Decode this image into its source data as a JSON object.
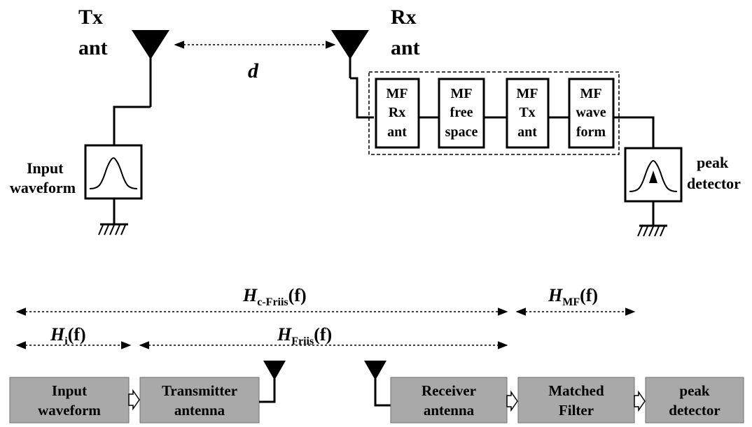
{
  "tx_antenna": {
    "line1": "Tx",
    "line2": "ant"
  },
  "rx_antenna": {
    "line1": "Rx",
    "line2": "ant"
  },
  "distance_label": "d",
  "input_waveform_label": {
    "line1": "Input",
    "line2": "waveform"
  },
  "peak_detector_label": {
    "line1": "peak",
    "line2": "detector"
  },
  "mf_boxes": [
    {
      "line1": "MF",
      "line2": "Rx",
      "line3": "ant"
    },
    {
      "line1": "MF",
      "line2": "free",
      "line3": "space"
    },
    {
      "line1": "MF",
      "line2": "Tx",
      "line3": "ant"
    },
    {
      "line1": "MF",
      "line2": "wave",
      "line3": "form"
    }
  ],
  "transfer_functions": {
    "h_cfriis": {
      "base": "H",
      "sub": "c-Friis",
      "suffix": "(f)"
    },
    "h_mf": {
      "base": "H",
      "sub": "MF",
      "suffix": "(f)"
    },
    "h_i": {
      "base": "H",
      "sub": "i",
      "suffix": "(f)"
    },
    "h_friis": {
      "base": "H",
      "sub": "Friis",
      "suffix": "(f)"
    }
  },
  "blocks": [
    {
      "line1": "Input",
      "line2": "waveform"
    },
    {
      "line1": "Transmitter",
      "line2": "antenna"
    },
    {
      "line1": "Receiver",
      "line2": "antenna"
    },
    {
      "line1": "Matched",
      "line2": "Filter"
    },
    {
      "line1": "peak",
      "line2": "detector"
    }
  ]
}
